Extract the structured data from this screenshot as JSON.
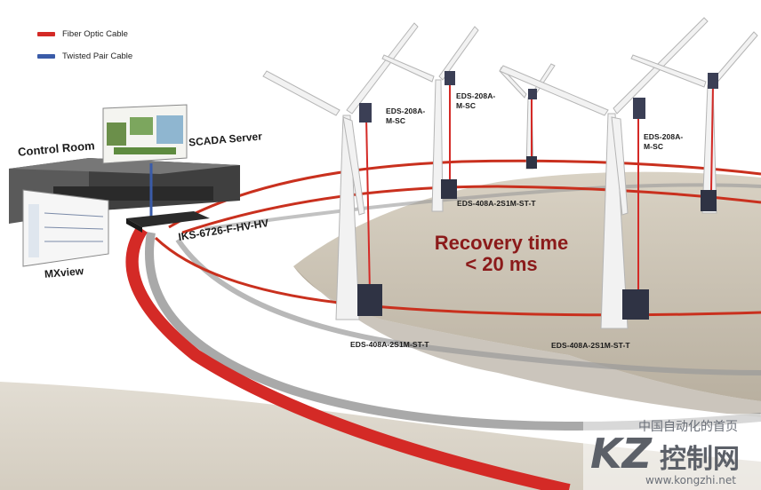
{
  "legend": [
    {
      "label": "Fiber Optic Cable",
      "color": "#d42a26"
    },
    {
      "label": "Twisted Pair Cable",
      "color": "#3a5ba8"
    }
  ],
  "labels": {
    "control_room": "Control Room",
    "scada_server": "SCADA Server",
    "mxview": "MXview",
    "core_switch": "IKS-6726-F-HV-HV",
    "turbine_1_top": "EDS-208A-\nM-SC",
    "turbine_2_top": "EDS-208A-\nM-SC",
    "turbine_3_top": "EDS-208A-\nM-SC",
    "mid_switch": "EDS-408A-2S1M-ST-T",
    "base_switch_left": "EDS-408A-2S1M-ST-T",
    "base_switch_right": "EDS-408A-2S1M-ST-T"
  },
  "recovery": {
    "line1": "Recovery time",
    "line2": "< 20 ms"
  },
  "watermark": {
    "top": "中国自动化的首页",
    "logo": "KZ",
    "cn": "控制网",
    "url": "www.kongzhi.net"
  },
  "colors": {
    "fiber": "#d42a26",
    "twisted": "#3a5ba8",
    "ground": "#cfc6b6",
    "recovery_text": "#8b1a1a"
  }
}
